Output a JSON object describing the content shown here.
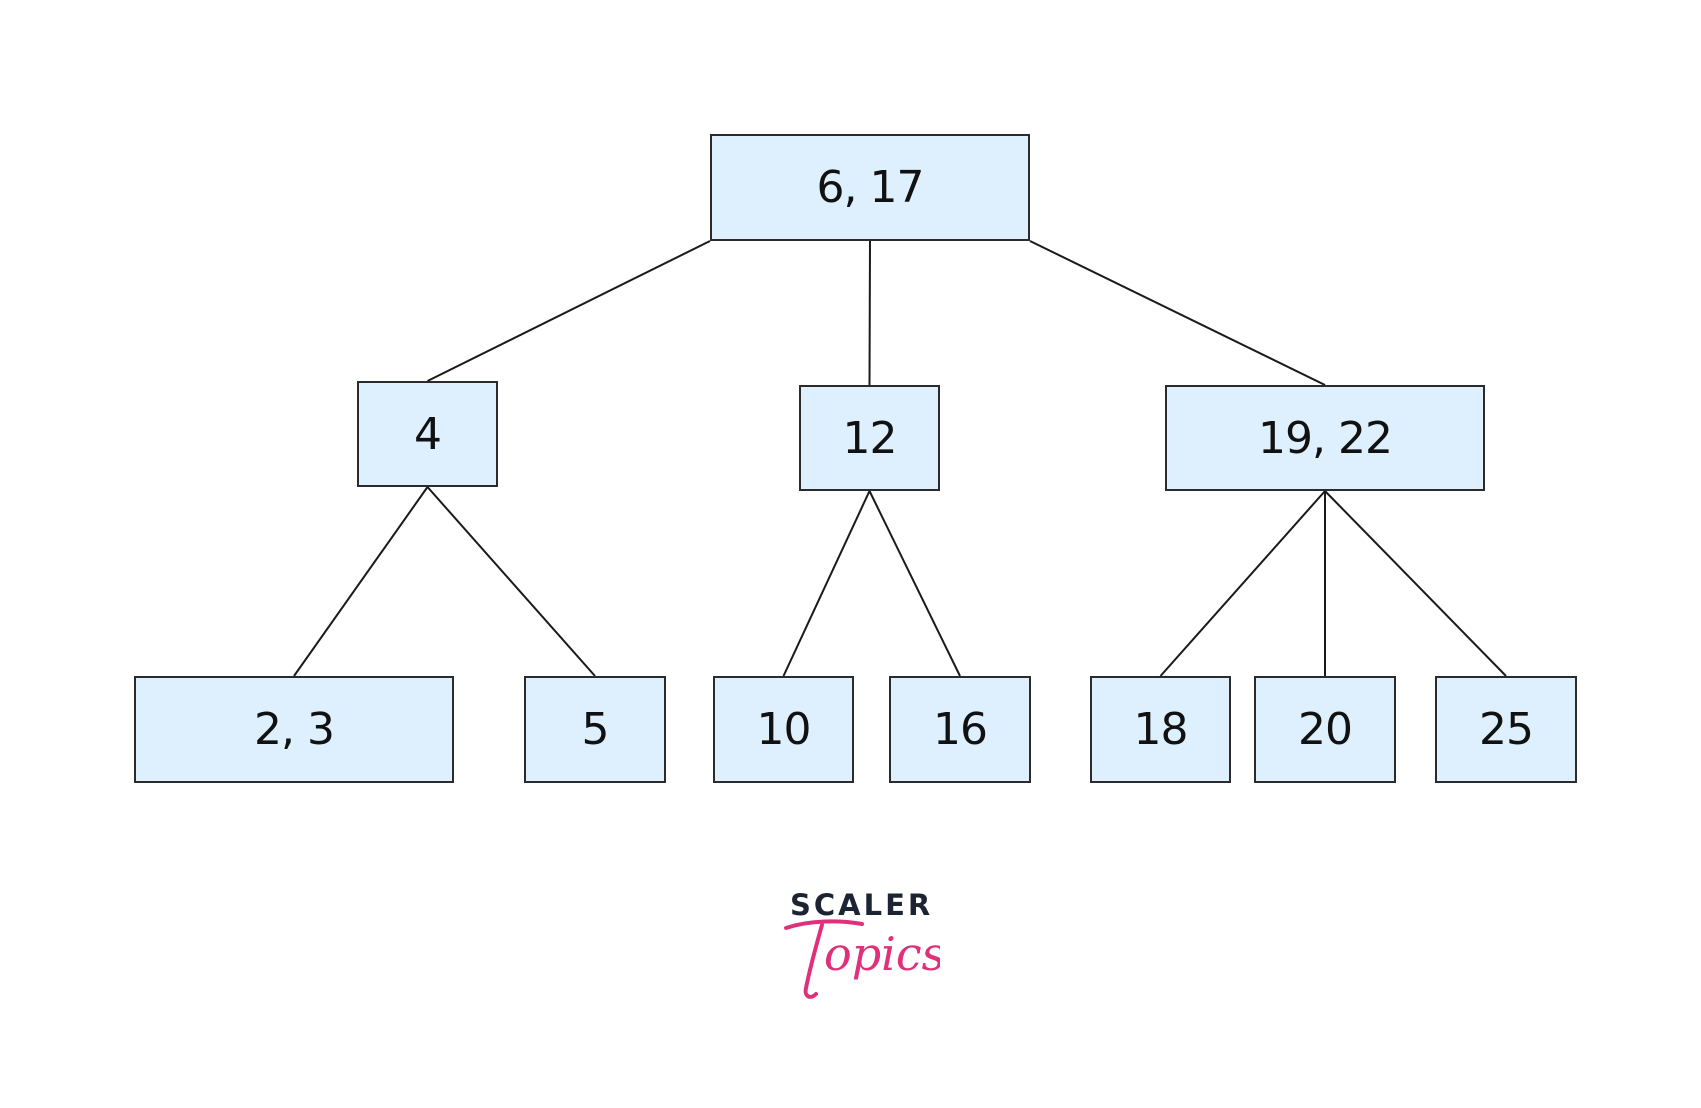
{
  "tree": {
    "nodes": [
      {
        "id": "root",
        "label": "6, 17"
      },
      {
        "id": "n4",
        "label": "4"
      },
      {
        "id": "n12",
        "label": "12"
      },
      {
        "id": "n1922",
        "label": "19, 22"
      },
      {
        "id": "leaf23",
        "label": "2, 3"
      },
      {
        "id": "leaf5",
        "label": "5"
      },
      {
        "id": "leaf10",
        "label": "10"
      },
      {
        "id": "leaf16",
        "label": "16"
      },
      {
        "id": "leaf18",
        "label": "18"
      },
      {
        "id": "leaf20",
        "label": "20"
      },
      {
        "id": "leaf25",
        "label": "25"
      }
    ],
    "edges": [
      [
        "root",
        "n4"
      ],
      [
        "root",
        "n12"
      ],
      [
        "root",
        "n1922"
      ],
      [
        "n4",
        "leaf23"
      ],
      [
        "n4",
        "leaf5"
      ],
      [
        "n12",
        "leaf10"
      ],
      [
        "n12",
        "leaf16"
      ],
      [
        "n1922",
        "leaf18"
      ],
      [
        "n1922",
        "leaf20"
      ],
      [
        "n1922",
        "leaf25"
      ]
    ],
    "colors": {
      "node_fill": "#def0fd",
      "node_border": "#2b2b2b",
      "edge": "#1a1a1a",
      "text": "#111111"
    }
  },
  "logo": {
    "word": "SCALER",
    "script": "Topics",
    "colors": {
      "word": "#1c2434",
      "script": "#e0307a"
    }
  }
}
